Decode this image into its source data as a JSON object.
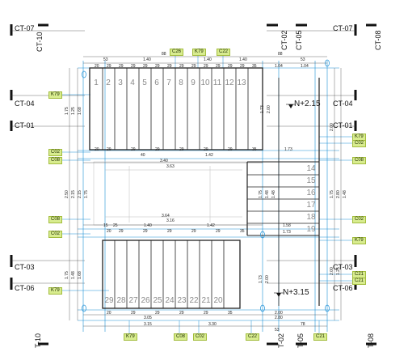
{
  "cuts": {
    "ct07_left": "CT-07",
    "ct07_right": "CT-07",
    "ct04_left": "CT-04",
    "ct04_right": "CT-04",
    "ct01_left": "CT-01",
    "ct01_right": "CT-01",
    "ct03_left": "CT-03",
    "ct03_right": "CT-03",
    "ct06_left": "CT-06",
    "ct06_right": "CT-06",
    "ct10_top": "CT-10",
    "ct02_top": "CT-02",
    "ct05_top": "CT-05",
    "ct08_top": "CT-08",
    "t10_bottom": "T-10",
    "t02_bottom": "T-02",
    "t05_bottom": "T-05",
    "t08_bottom": "T-08"
  },
  "upper_flight_steps": [
    "1",
    "2",
    "3",
    "4",
    "5",
    "6",
    "7",
    "8",
    "9",
    "10",
    "11",
    "12",
    "13"
  ],
  "right_flight_steps": [
    "14",
    "15",
    "16",
    "17",
    "18",
    "19"
  ],
  "lower_flight_steps": [
    "29",
    "28",
    "27",
    "26",
    "25",
    "24",
    "23",
    "22",
    "21",
    "20"
  ],
  "levels": {
    "upper": "N+2.15",
    "lower": "N+3.15"
  },
  "tags": {
    "c26": "C26",
    "k79": "K79",
    "c22": "C22",
    "c02": "C02",
    "c08": "C08",
    "c21": "C21"
  },
  "dims": {
    "d140": "1.40",
    "d53": "53",
    "d104": "1.04",
    "d29": "29",
    "d20": "20",
    "d35": "35",
    "d340": "3.40",
    "d363": "3.63",
    "d364": "3.64",
    "d316": "3.16",
    "d142": "1.42",
    "d158": "1.58",
    "d173": "1.73",
    "d250": "2.50",
    "d305": "3.05",
    "d315": "3.15",
    "d330": "3.30",
    "d215": "2.15",
    "d200": "2.00",
    "d175": "1.75",
    "d148": "1.48",
    "d280": "2.80",
    "d88": "88",
    "d78": "78",
    "d40": "40",
    "d25": "25",
    "d15": "15",
    "d125": "1.25",
    "d168": "1.68"
  }
}
